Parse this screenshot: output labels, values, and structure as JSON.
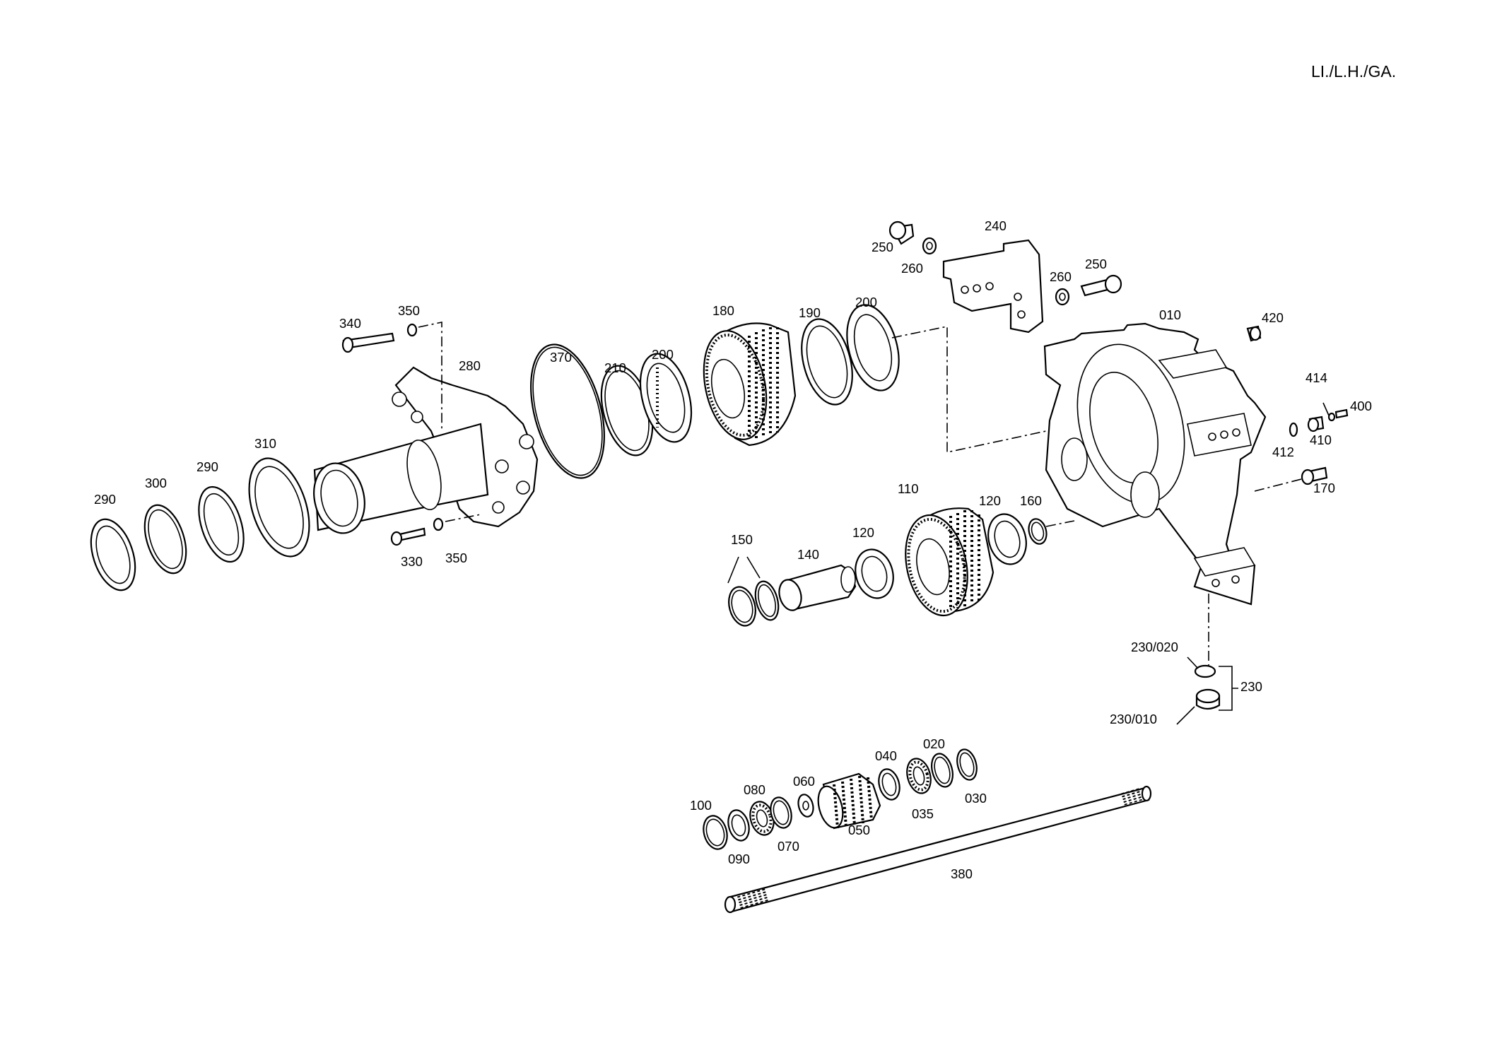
{
  "header": {
    "code": "LI./L.H./GA."
  },
  "callouts": {
    "010": "010",
    "020": "020",
    "030": "030",
    "035": "035",
    "040": "040",
    "050": "050",
    "060": "060",
    "070": "070",
    "080": "080",
    "090": "090",
    "100": "100",
    "110": "110",
    "120a": "120",
    "120b": "120",
    "140": "140",
    "150": "150",
    "160": "160",
    "170": "170",
    "180": "180",
    "190": "190",
    "200a": "200",
    "200b": "200",
    "210": "210",
    "230": "230",
    "230_010": "230/010",
    "230_020": "230/020",
    "240": "240",
    "250a": "250",
    "250b": "250",
    "260a": "260",
    "260b": "260",
    "280": "280",
    "290a": "290",
    "290b": "290",
    "300": "300",
    "310": "310",
    "330": "330",
    "340": "340",
    "350a": "350",
    "350b": "350",
    "370": "370",
    "380": "380",
    "400": "400",
    "410": "410",
    "412": "412",
    "414": "414",
    "420": "420"
  }
}
